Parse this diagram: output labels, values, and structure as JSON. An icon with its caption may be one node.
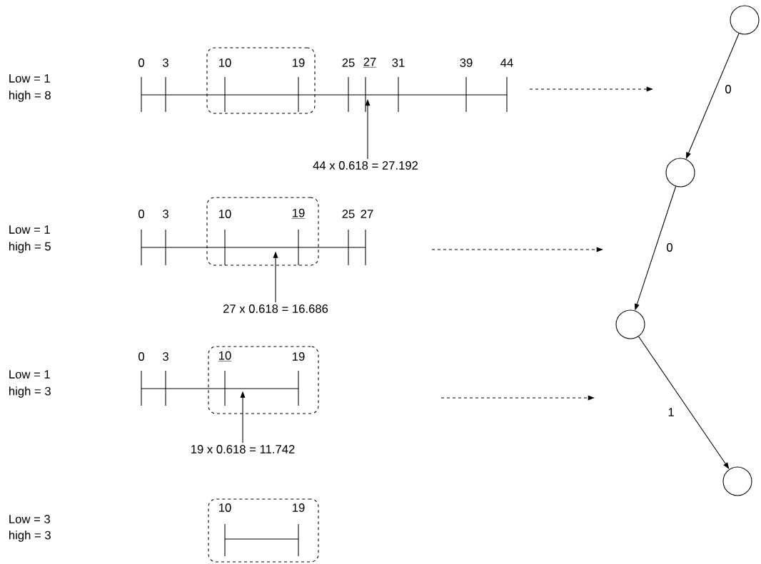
{
  "diagram": {
    "nodes": [
      {
        "text": [
          "10",
          "19"
        ]
      },
      {
        "text": [
          "44 x 0.618 = 27.192"
        ]
      },
      {
        "text": [
          "10",
          "19"
        ]
      },
      {
        "text": [
          "27 x 0.618 = 16.686"
        ]
      },
      {
        "text": [
          "10",
          "19"
        ]
      },
      {
        "text": [
          "19 x 0.618 = 11.742"
        ]
      },
      {
        "text": [
          "10",
          "19"
        ]
      },
      {
        "text": [],
        "shape": "circle"
      },
      {
        "text": [],
        "shape": "circle"
      },
      {
        "text": [],
        "shape": "circle"
      },
      {
        "text": [],
        "shape": "circle"
      }
    ],
    "edges": [
      {
        "from": 1,
        "to": null,
        "arrow": "to"
      },
      {
        "from": 3,
        "to": 2,
        "arrow": "to"
      },
      {
        "from": 5,
        "to": 4,
        "arrow": "to"
      },
      {
        "from": 7,
        "to": 8,
        "arrow": "to",
        "label": "0"
      },
      {
        "from": 8,
        "to": 9,
        "arrow": "to",
        "label": "0"
      },
      {
        "from": 9,
        "to": 10,
        "arrow": "to",
        "label": "1"
      }
    ],
    "labels": [
      "Low = 1",
      "high = 8",
      "0",
      "3",
      "25",
      "27",
      "31",
      "39",
      "44",
      "Low = 1",
      "high = 5",
      "0",
      "3",
      "25",
      "27",
      "Low = 1",
      "high = 3",
      "0",
      "3",
      "Low = 3",
      "high = 3"
    ]
  }
}
